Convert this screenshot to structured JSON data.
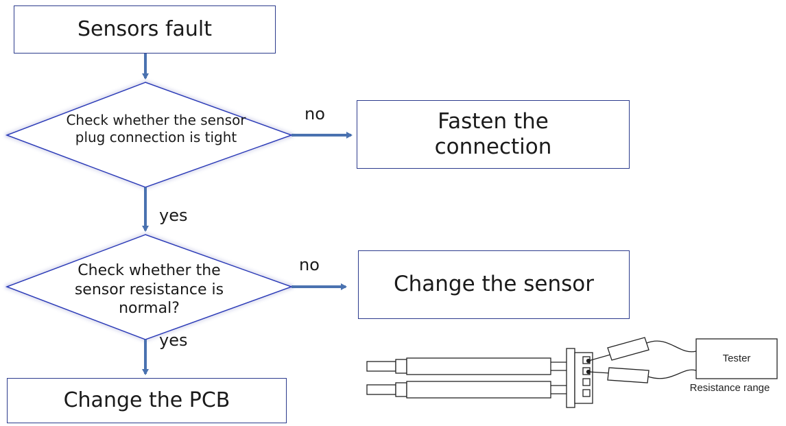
{
  "flowchart": {
    "start": "Sensors fault",
    "decision1": "Check whether the sensor plug connection is tight",
    "decision1_no_label": "no",
    "decision1_yes_label": "yes",
    "action1": "Fasten the connection",
    "decision2": "Check whether the sensor resistance is normal?",
    "decision2_no_label": "no",
    "decision2_yes_label": "yes",
    "action2": "Change the sensor",
    "end": "Change the PCB"
  },
  "figure": {
    "tester_label": "Tester",
    "range_label": "Resistance range"
  },
  "colors": {
    "box_border": "#2b3a8c",
    "arrow": "#4a72b0",
    "diamond_glow": "#c9d3ec"
  }
}
